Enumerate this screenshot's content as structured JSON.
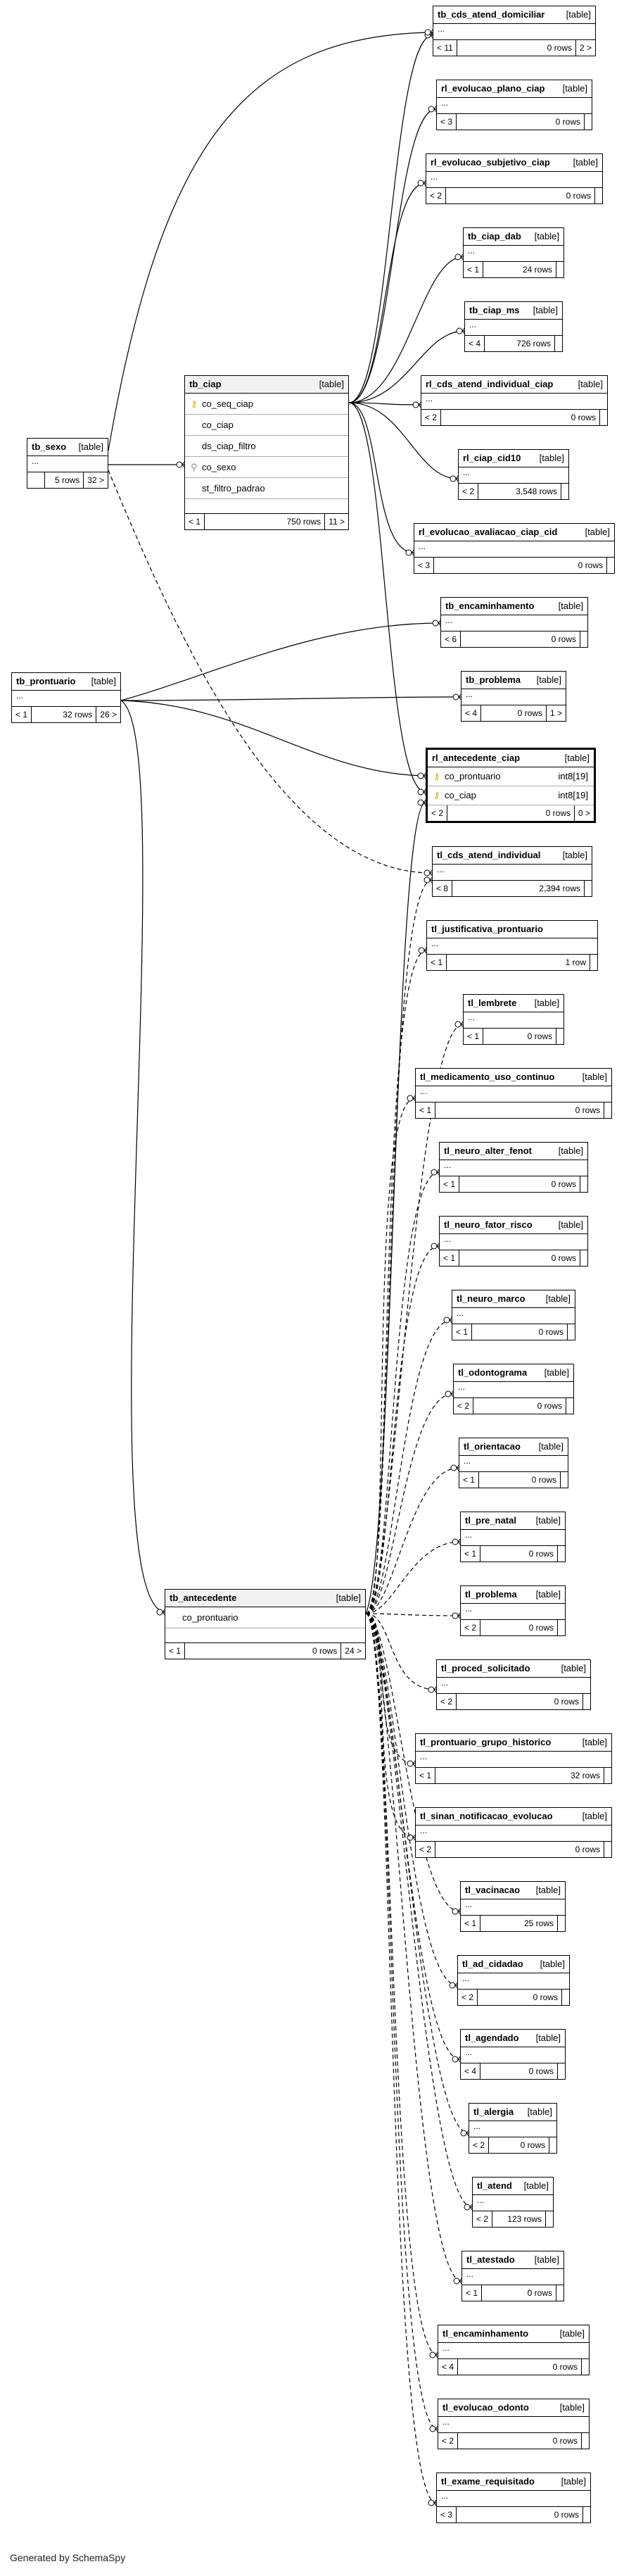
{
  "generated_by": "Generated by SchemaSpy",
  "type_label": "[table]",
  "tables": {
    "tb_cds_atend_domiciliar": {
      "name": "tb_cds_atend_domiciliar",
      "lt": "< 11",
      "rows": "0 rows",
      "gt": "2 >"
    },
    "rl_evolucao_plano_ciap": {
      "name": "rl_evolucao_plano_ciap",
      "lt": "< 3",
      "rows": "0 rows",
      "gt": ""
    },
    "rl_evolucao_subjetivo_ciap": {
      "name": "rl_evolucao_subjetivo_ciap",
      "lt": "< 2",
      "rows": "0 rows",
      "gt": ""
    },
    "tb_ciap_dab": {
      "name": "tb_ciap_dab",
      "lt": "< 1",
      "rows": "24 rows",
      "gt": ""
    },
    "tb_ciap_ms": {
      "name": "tb_ciap_ms",
      "lt": "< 4",
      "rows": "726 rows",
      "gt": ""
    },
    "rl_cds_atend_individual_ciap": {
      "name": "rl_cds_atend_individual_ciap",
      "lt": "< 2",
      "rows": "0 rows",
      "gt": ""
    },
    "rl_ciap_cid10": {
      "name": "rl_ciap_cid10",
      "lt": "< 2",
      "rows": "3,548 rows",
      "gt": ""
    },
    "rl_evolucao_avaliacao_ciap_cid": {
      "name": "rl_evolucao_avaliacao_ciap_cid",
      "lt": "< 3",
      "rows": "0 rows",
      "gt": ""
    },
    "tb_encaminhamento": {
      "name": "tb_encaminhamento",
      "lt": "< 6",
      "rows": "0 rows",
      "gt": ""
    },
    "tb_problema": {
      "name": "tb_problema",
      "lt": "< 4",
      "rows": "0 rows",
      "gt": "1 >"
    },
    "tl_cds_atend_individual": {
      "name": "tl_cds_atend_individual",
      "lt": "< 8",
      "rows": "2,394 rows",
      "gt": ""
    },
    "tl_justificativa_prontuario": {
      "name": "tl_justificativa_prontuario",
      "lt": "< 1",
      "rows": "1 row",
      "gt": ""
    },
    "tl_lembrete": {
      "name": "tl_lembrete",
      "lt": "< 1",
      "rows": "0 rows",
      "gt": ""
    },
    "tl_medicamento_uso_continuo": {
      "name": "tl_medicamento_uso_continuo",
      "lt": "< 1",
      "rows": "0 rows",
      "gt": ""
    },
    "tl_neuro_alter_fenot": {
      "name": "tl_neuro_alter_fenot",
      "lt": "< 1",
      "rows": "0 rows",
      "gt": ""
    },
    "tl_neuro_fator_risco": {
      "name": "tl_neuro_fator_risco",
      "lt": "< 1",
      "rows": "0 rows",
      "gt": ""
    },
    "tl_neuro_marco": {
      "name": "tl_neuro_marco",
      "lt": "< 1",
      "rows": "0 rows",
      "gt": ""
    },
    "tl_odontograma": {
      "name": "tl_odontograma",
      "lt": "< 2",
      "rows": "0 rows",
      "gt": ""
    },
    "tl_orientacao": {
      "name": "tl_orientacao",
      "lt": "< 1",
      "rows": "0 rows",
      "gt": ""
    },
    "tl_pre_natal": {
      "name": "tl_pre_natal",
      "lt": "< 1",
      "rows": "0 rows",
      "gt": ""
    },
    "tl_problema": {
      "name": "tl_problema",
      "lt": "< 2",
      "rows": "0 rows",
      "gt": ""
    },
    "tl_proced_solicitado": {
      "name": "tl_proced_solicitado",
      "lt": "< 2",
      "rows": "0 rows",
      "gt": ""
    },
    "tl_prontuario_grupo_historico": {
      "name": "tl_prontuario_grupo_historico",
      "lt": "< 1",
      "rows": "32 rows",
      "gt": ""
    },
    "tl_sinan_notificacao_evolucao": {
      "name": "tl_sinan_notificacao_evolucao",
      "lt": "< 2",
      "rows": "0 rows",
      "gt": ""
    },
    "tl_vacinacao": {
      "name": "tl_vacinacao",
      "lt": "< 1",
      "rows": "25 rows",
      "gt": ""
    },
    "tl_ad_cidadao": {
      "name": "tl_ad_cidadao",
      "lt": "< 2",
      "rows": "0 rows",
      "gt": ""
    },
    "tl_agendado": {
      "name": "tl_agendado",
      "lt": "< 4",
      "rows": "0 rows",
      "gt": ""
    },
    "tl_alergia": {
      "name": "tl_alergia",
      "lt": "< 2",
      "rows": "0 rows",
      "gt": ""
    },
    "tl_atend": {
      "name": "tl_atend",
      "lt": "< 2",
      "rows": "123 rows",
      "gt": ""
    },
    "tl_atestado": {
      "name": "tl_atestado",
      "lt": "< 1",
      "rows": "0 rows",
      "gt": ""
    },
    "tl_encaminhamento": {
      "name": "tl_encaminhamento",
      "lt": "< 4",
      "rows": "0 rows",
      "gt": ""
    },
    "tl_evolucao_odonto": {
      "name": "tl_evolucao_odonto",
      "lt": "< 2",
      "rows": "0 rows",
      "gt": ""
    },
    "tl_exame_requisitado": {
      "name": "tl_exame_requisitado",
      "lt": "< 3",
      "rows": "0 rows",
      "gt": ""
    },
    "tb_sexo": {
      "name": "tb_sexo",
      "lt": "",
      "rows": "5 rows",
      "gt": "32 >"
    },
    "tb_prontuario": {
      "name": "tb_prontuario",
      "lt": "< 1",
      "rows": "32 rows",
      "gt": "26 >"
    },
    "tb_ciap": {
      "name": "tb_ciap",
      "lt": "< 1",
      "rows": "750 rows",
      "gt": "11 >",
      "columns": [
        "co_seq_ciap",
        "co_ciap",
        "ds_ciap_filtro",
        "co_sexo",
        "st_filtro_padrao"
      ]
    },
    "rl_antecedente_ciap": {
      "name": "rl_antecedente_ciap",
      "lt": "< 2",
      "rows": "0 rows",
      "gt": "0 >",
      "columns": [
        {
          "name": "co_prontuario",
          "type": "int8[19]"
        },
        {
          "name": "co_ciap",
          "type": "int8[19]"
        }
      ]
    },
    "tb_antecedente": {
      "name": "tb_antecedente",
      "lt": "< 1",
      "rows": "0 rows",
      "gt": "24 >",
      "columns": [
        "co_prontuario"
      ]
    }
  },
  "ellipsis": "..."
}
